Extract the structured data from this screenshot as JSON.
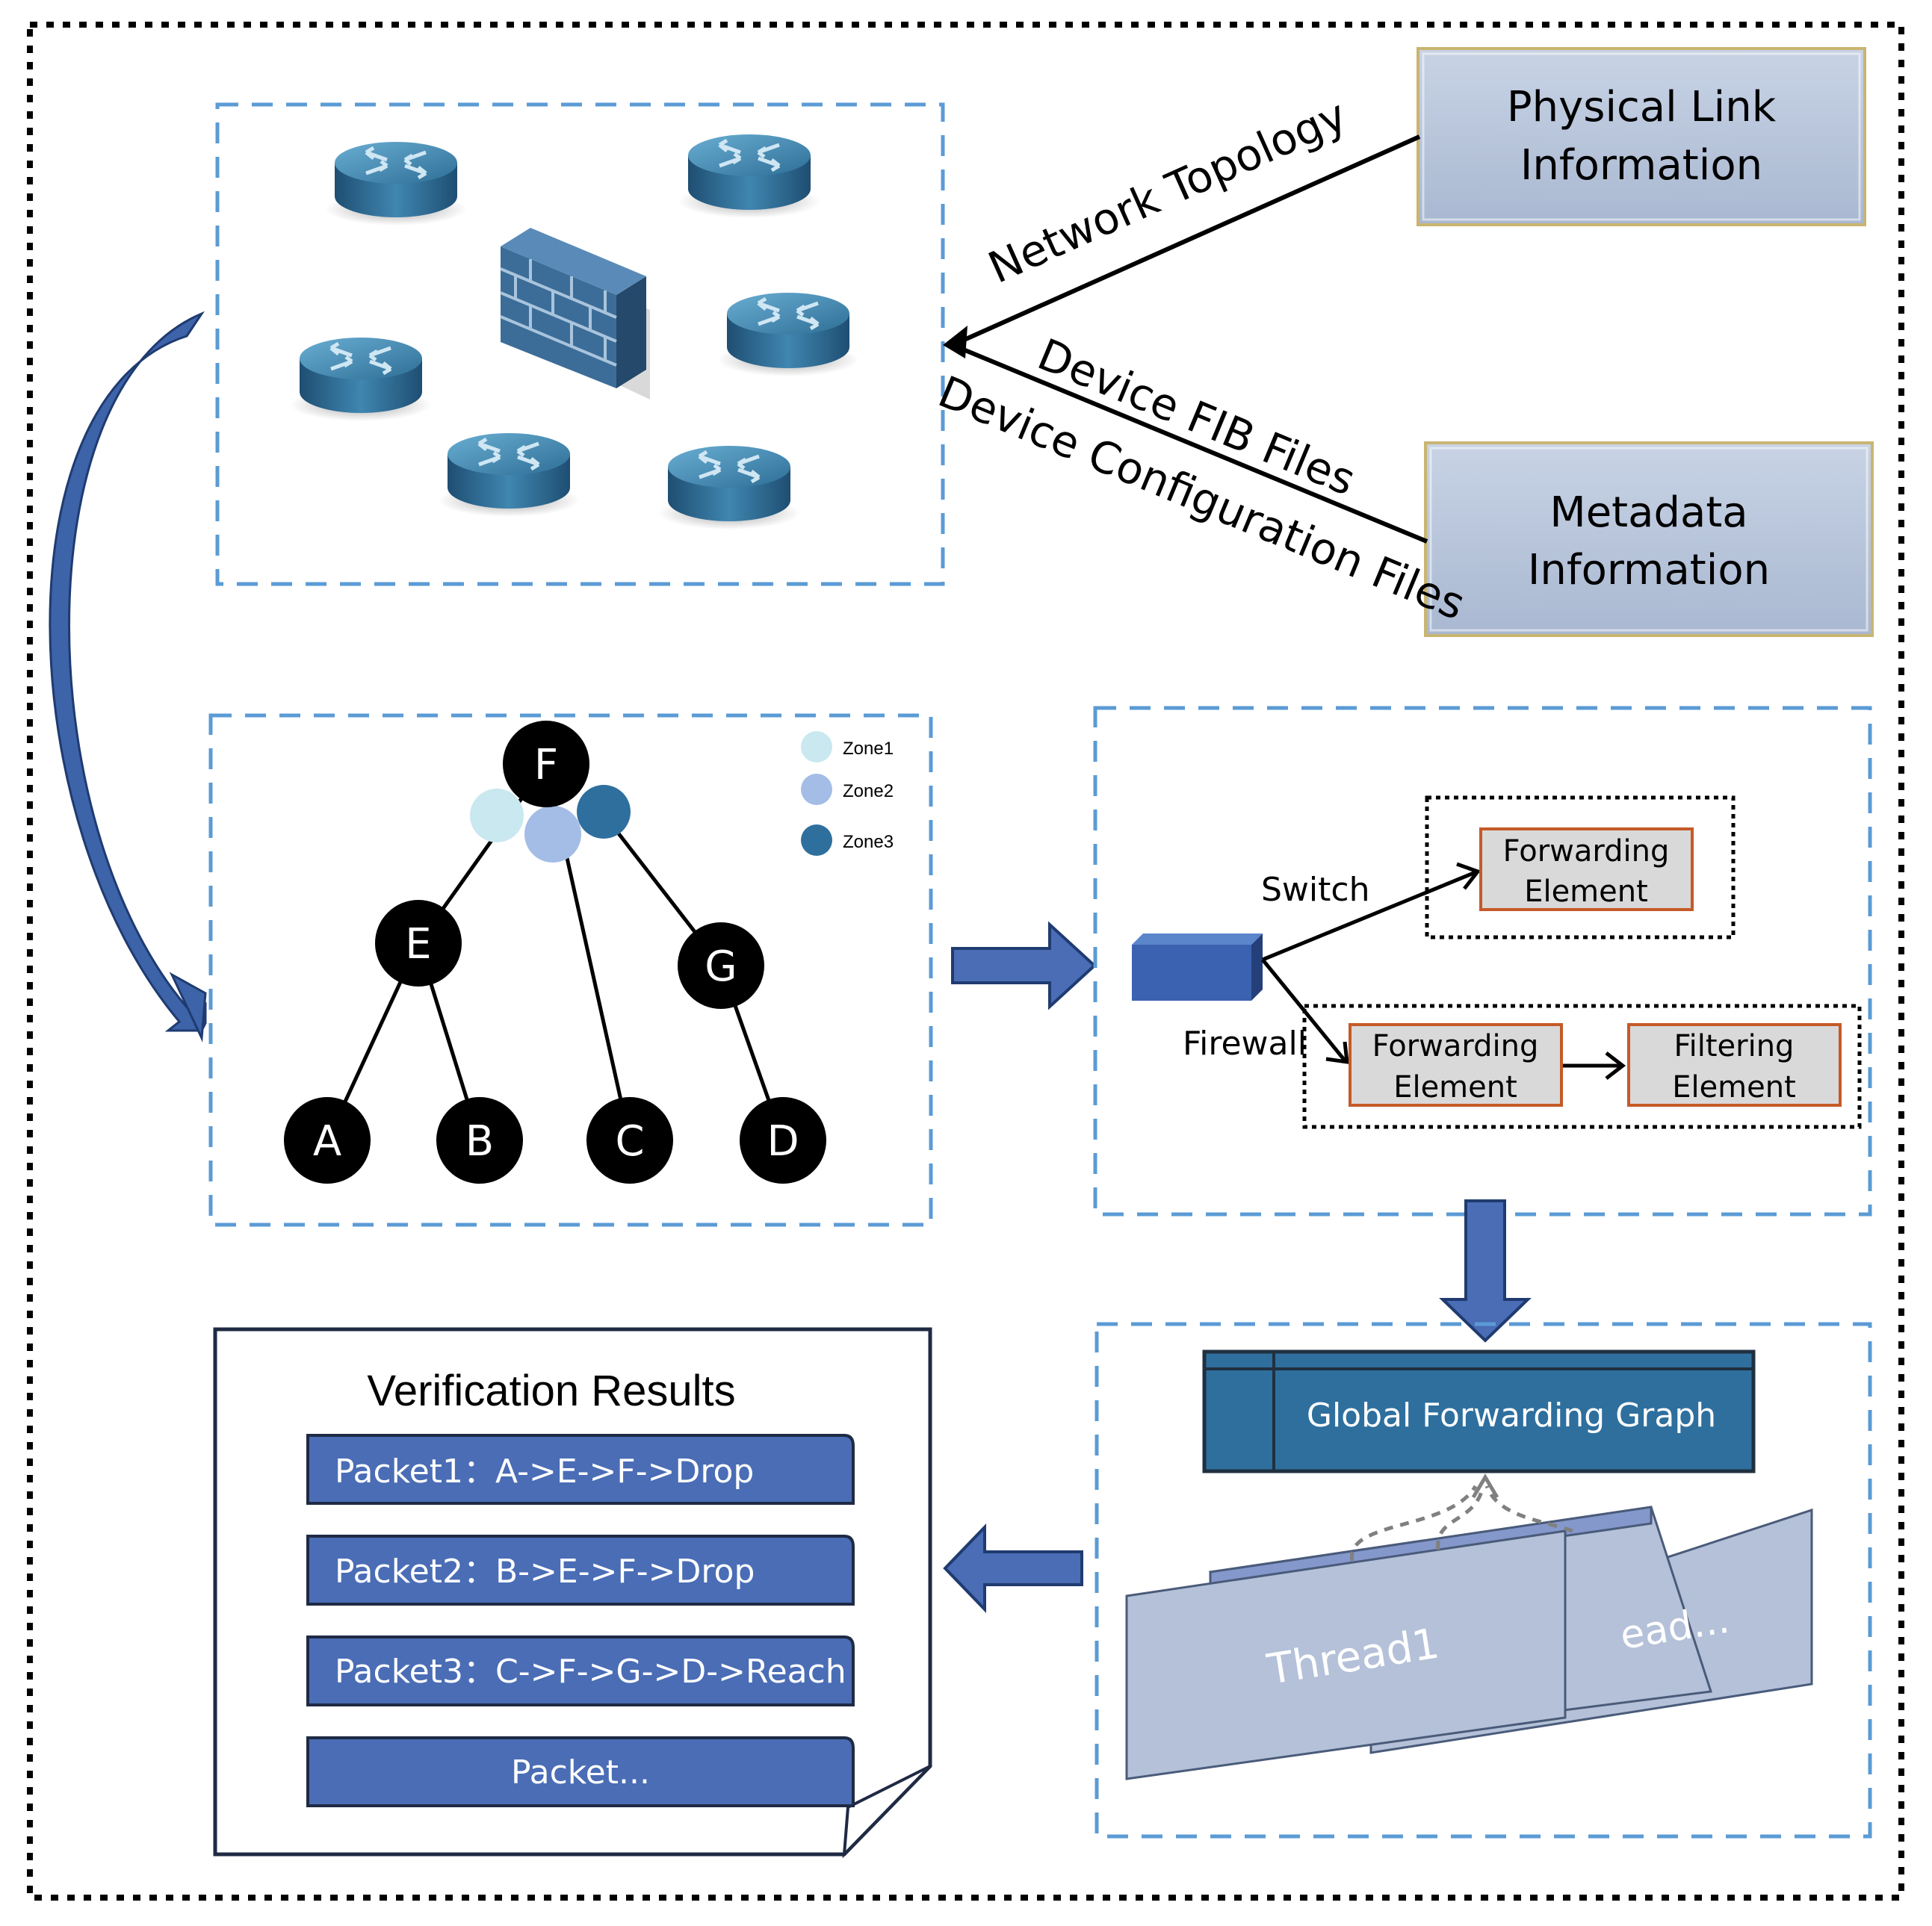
{
  "sources": {
    "physical": [
      "Physical Link",
      "Information"
    ],
    "metadata": [
      "Metadata",
      "Information"
    ]
  },
  "edges": {
    "topology": "Network Topology",
    "fib": "Device FIB Files",
    "config": "Device Configuration Files"
  },
  "tree": {
    "nodes": [
      "F",
      "E",
      "G",
      "A",
      "B",
      "C",
      "D"
    ],
    "legend": [
      "Zone1",
      "Zone2",
      "Zone3"
    ]
  },
  "model": {
    "switch_label": "Switch",
    "firewall_label": "Firewall",
    "forwarding": [
      "Forwarding",
      "Element"
    ],
    "filtering": [
      "Filtering",
      "Element"
    ]
  },
  "graph": {
    "title": "Global Forwarding Graph",
    "thread1": "Thread1",
    "thread_more": "ead..."
  },
  "results": {
    "title": "Verification Results",
    "items": [
      {
        "name": "Packet1：",
        "path": "A->E->F->Drop"
      },
      {
        "name": "Packet2：",
        "path": "B->E->F->Drop"
      },
      {
        "name": "Packet3：",
        "path": "C->F->G->D->Reach"
      },
      {
        "name": "Packet...",
        "path": ""
      }
    ]
  },
  "colors": {
    "accent_blue": "#4a6db5",
    "dashed_blue": "#5b9bd5",
    "router_blue": "#2e6e96",
    "source_box": "#b4c1d8",
    "element_border": "#c55a28",
    "zone1": "#c9e8ef",
    "zone2": "#a4bde6",
    "zone3": "#2e6f9e"
  }
}
